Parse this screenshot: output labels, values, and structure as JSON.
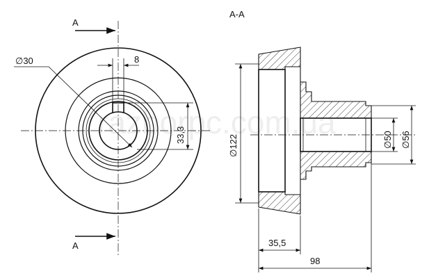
{
  "section_markers": {
    "top": "A",
    "bottom": "A"
  },
  "section_title": "A-A",
  "front_view": {
    "bore_label": "∅30",
    "key_width": "8",
    "key_depth": "33,3"
  },
  "section_view": {
    "outer_diameter": "∅122",
    "shaft_inner_diameter": "∅50",
    "shaft_outer_diameter": "∅56",
    "rim_length": "35,5",
    "overall_length": "98"
  },
  "watermark": "razborpc.com.ua"
}
